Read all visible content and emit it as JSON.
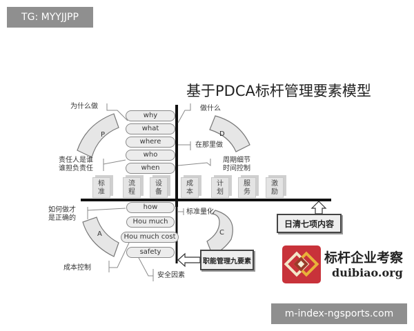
{
  "watermark_top": "TG: MYYJJPP",
  "watermark_bottom": "m-index-ngsports.com",
  "title": "基于PDCA标杆管理要素模型",
  "phases": {
    "p": "P",
    "d": "D",
    "a": "A",
    "c": "C"
  },
  "upper_pills": [
    "why",
    "what",
    "where",
    "who",
    "when"
  ],
  "lower_pills": [
    "how",
    "Hou much",
    "Hou much cost",
    "safety"
  ],
  "cubes": [
    [
      "标",
      "准"
    ],
    [
      "流",
      "程"
    ],
    [
      "设",
      "备"
    ],
    [
      "成",
      "本"
    ],
    [
      "计",
      "划"
    ],
    [
      "服",
      "务"
    ],
    [
      "激",
      "励"
    ]
  ],
  "labels": {
    "why": "为什么做",
    "what": "做什么",
    "where": "在那里做",
    "who1": "责任人是谁",
    "who2": "谁担负责任",
    "when1": "周期细节",
    "when2": "时间控制",
    "how1": "如何做才",
    "how2": "是正确的",
    "much": "标准量化",
    "cost": "成本控制",
    "safety": "安全因素"
  },
  "box_daily": "日清七项内容",
  "box_nine": "职能管理九要素",
  "logo": {
    "name": "标杆企业考察",
    "site": "duibiao.org",
    "color": "#c8323a"
  }
}
